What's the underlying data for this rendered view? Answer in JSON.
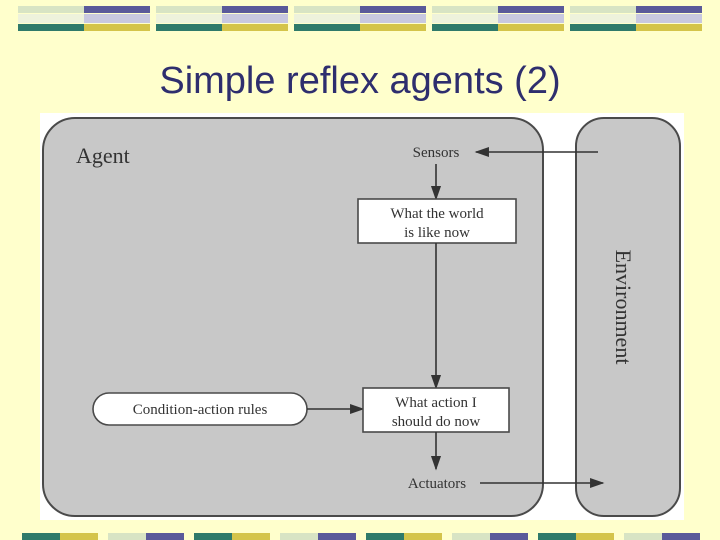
{
  "slide": {
    "title": "Simple reflex agents (2)"
  },
  "diagram": {
    "agent_label": "Agent",
    "environment_label": "Environment",
    "sensors_label": "Sensors",
    "actuators_label": "Actuators",
    "world_box": [
      "What the world",
      "is like now"
    ],
    "action_box": [
      "What action I",
      "should do now"
    ],
    "rules_label": "Condition-action rules"
  },
  "colors": {
    "background": "#ffffcc",
    "title": "#2e2e6e",
    "deco_yellow": "#d4c44a",
    "deco_navy": "#5a5a9a",
    "deco_teal": "#2f7a6a",
    "deco_light": "#d8e4c4"
  }
}
